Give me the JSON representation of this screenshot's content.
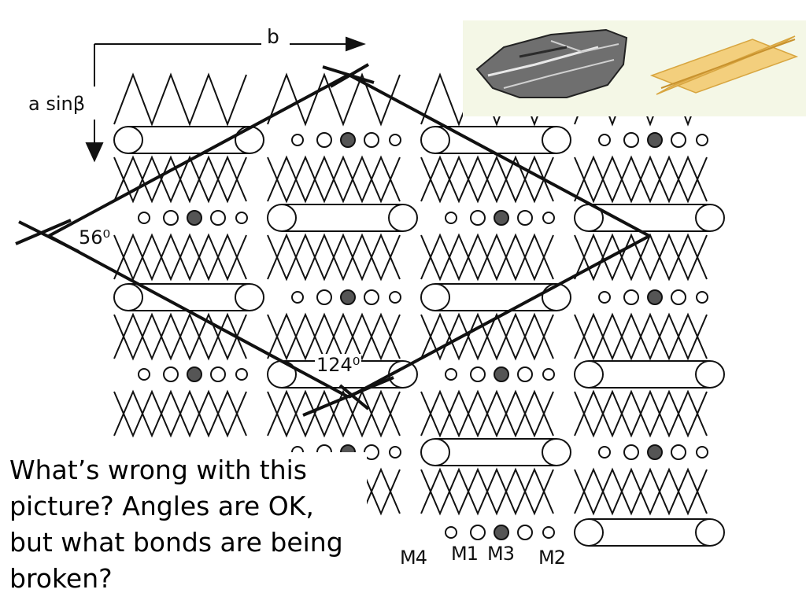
{
  "axes": {
    "b_label": "b",
    "a_label": "a sinβ"
  },
  "angles": {
    "acute": "56⁰",
    "obtuse": "124⁰"
  },
  "sites": {
    "m4": "M4",
    "m1": "M1",
    "m3": "M3",
    "m2": "M2"
  },
  "question": "What’s wrong with this picture? Angles are OK, but what bonds are being broken?",
  "colors": {
    "ink": "#111111",
    "photo_background": "#f4f7e6",
    "plane_fill": "#f3cf7d",
    "plane_edge": "#d8a640",
    "rock_fill": "#6f6f6f"
  },
  "icons": {
    "rock": "amphibole-rock-sample-icon",
    "cleavage": "cleavage-planes-icon"
  }
}
